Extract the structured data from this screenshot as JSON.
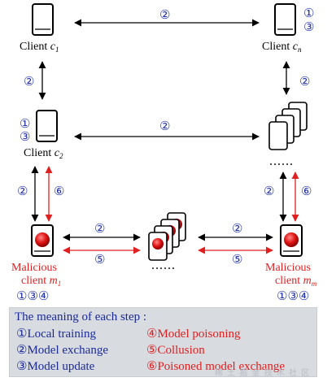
{
  "nodes": {
    "client_c1": {
      "name": "Client ",
      "sym": "c",
      "sub": "1"
    },
    "client_cn": {
      "name": "Client ",
      "sym": "c",
      "sub": "n"
    },
    "client_c2": {
      "name": "Client ",
      "sym": "c",
      "sub": "2"
    },
    "mal_m1": {
      "line1": "Malicious",
      "line2": "client ",
      "sym": "m",
      "sub": "1",
      "steps": "①③④"
    },
    "mal_mm": {
      "line1": "Malicious",
      "line2": "client ",
      "sym": "m",
      "sub": "m",
      "steps": "①③④"
    },
    "cn_steps_a": "①",
    "cn_steps_b": "③",
    "c2_steps_a": "①",
    "c2_steps_b": "③",
    "dots_right": "......",
    "dots_center": "......"
  },
  "edge_labels": {
    "top": "②",
    "left_v1": "②",
    "right_v1": "②",
    "middle": "②",
    "left_v2_black": "②",
    "left_v2_red": "⑥",
    "right_v2_black": "②",
    "right_v2_red": "⑥",
    "bottom_left_black": "②",
    "bottom_left_red": "⑤",
    "bottom_right_black": "②",
    "bottom_right_red": "⑤"
  },
  "legend": {
    "title": "The meaning of each step :",
    "items": [
      {
        "text": "①Local training",
        "color": "blue"
      },
      {
        "text": "④Model poisoning",
        "color": "red"
      },
      {
        "text": "②Model exchange",
        "color": "blue"
      },
      {
        "text": "⑤Collusion",
        "color": "red"
      },
      {
        "text": "③Model update",
        "color": "blue"
      },
      {
        "text": "⑥Poisoned model exchange",
        "color": "red"
      }
    ]
  },
  "watermark": "稀 土 掘 金 技 术 社 区",
  "colors": {
    "benign": "#000000",
    "malicious": "#e02020",
    "step_blue": "#2233aa",
    "legend_bg": "#d8dbe0"
  }
}
